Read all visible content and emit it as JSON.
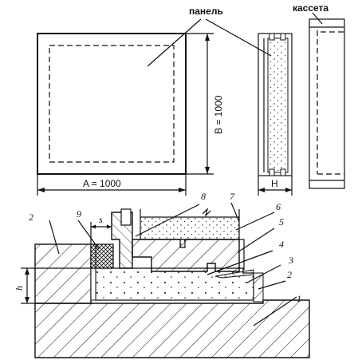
{
  "labels": {
    "panel": "панель",
    "cassette": "кассета",
    "dim_a": "A = 1000",
    "dim_b": "B = 1000",
    "dim_h": "H",
    "dim_s": "s",
    "dim_h_small": "h"
  },
  "callouts": [
    "1",
    "2",
    "2",
    "3",
    "4",
    "5",
    "6",
    "7",
    "8",
    "9"
  ]
}
